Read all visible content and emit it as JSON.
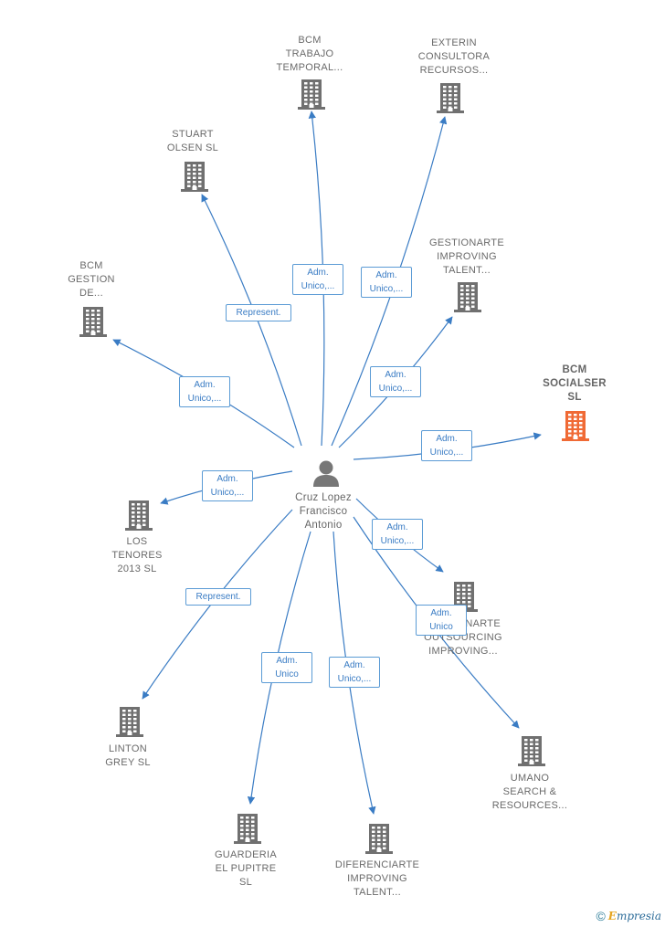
{
  "center": {
    "name": "Cruz Lopez\nFrancisco\nAntonio",
    "icon": "person-icon"
  },
  "colors": {
    "edge": "#3a7cc4",
    "building": "#707070",
    "highlight": "#f06a35"
  },
  "companies": [
    {
      "id": "bcm-trabajo",
      "label": "BCM\nTRABAJO\nTEMPORAL...",
      "relation": "Adm.\nUnico,..."
    },
    {
      "id": "exterin",
      "label": "EXTERIN\nCONSULTORA\nRECURSOS...",
      "relation": "Adm.\nUnico,..."
    },
    {
      "id": "stuart-olsen",
      "label": "STUART\nOLSEN  SL",
      "relation": "Represent."
    },
    {
      "id": "gestionarte-improving",
      "label": "GESTIONARTE\nIMPROVING\nTALENT...",
      "relation": "Adm.\nUnico,..."
    },
    {
      "id": "bcm-gestion",
      "label": "BCM\nGESTION\nDE...",
      "relation": "Adm.\nUnico,..."
    },
    {
      "id": "bcm-socialser",
      "label": "BCM\nSOCIALSER\nSL",
      "relation": "Adm.\nUnico,...",
      "highlight": true
    },
    {
      "id": "los-tenores",
      "label": "LOS\nTENORES\n2013  SL",
      "relation": "Adm.\nUnico,..."
    },
    {
      "id": "gestionarte-outsourcing",
      "label": "GESTIONARTE\nOUTSOURCING\nIMPROVING...",
      "relation": "Adm.\nUnico,..."
    },
    {
      "id": "umano",
      "label": "UMANO\nSEARCH &\nRESOURCES...",
      "relation": "Adm.\nUnico"
    },
    {
      "id": "linton-grey",
      "label": "LINTON\nGREY  SL",
      "relation": "Represent."
    },
    {
      "id": "guarderia",
      "label": "GUARDERIA\nEL PUPITRE\nSL",
      "relation": "Adm.\nUnico"
    },
    {
      "id": "diferenciarte",
      "label": "DIFERENCIARTE\nIMPROVING\nTALENT...",
      "relation": "Adm.\nUnico,..."
    }
  ],
  "footer": {
    "copyright": "©",
    "brand_initial": "E",
    "brand_rest": "mpresia"
  }
}
